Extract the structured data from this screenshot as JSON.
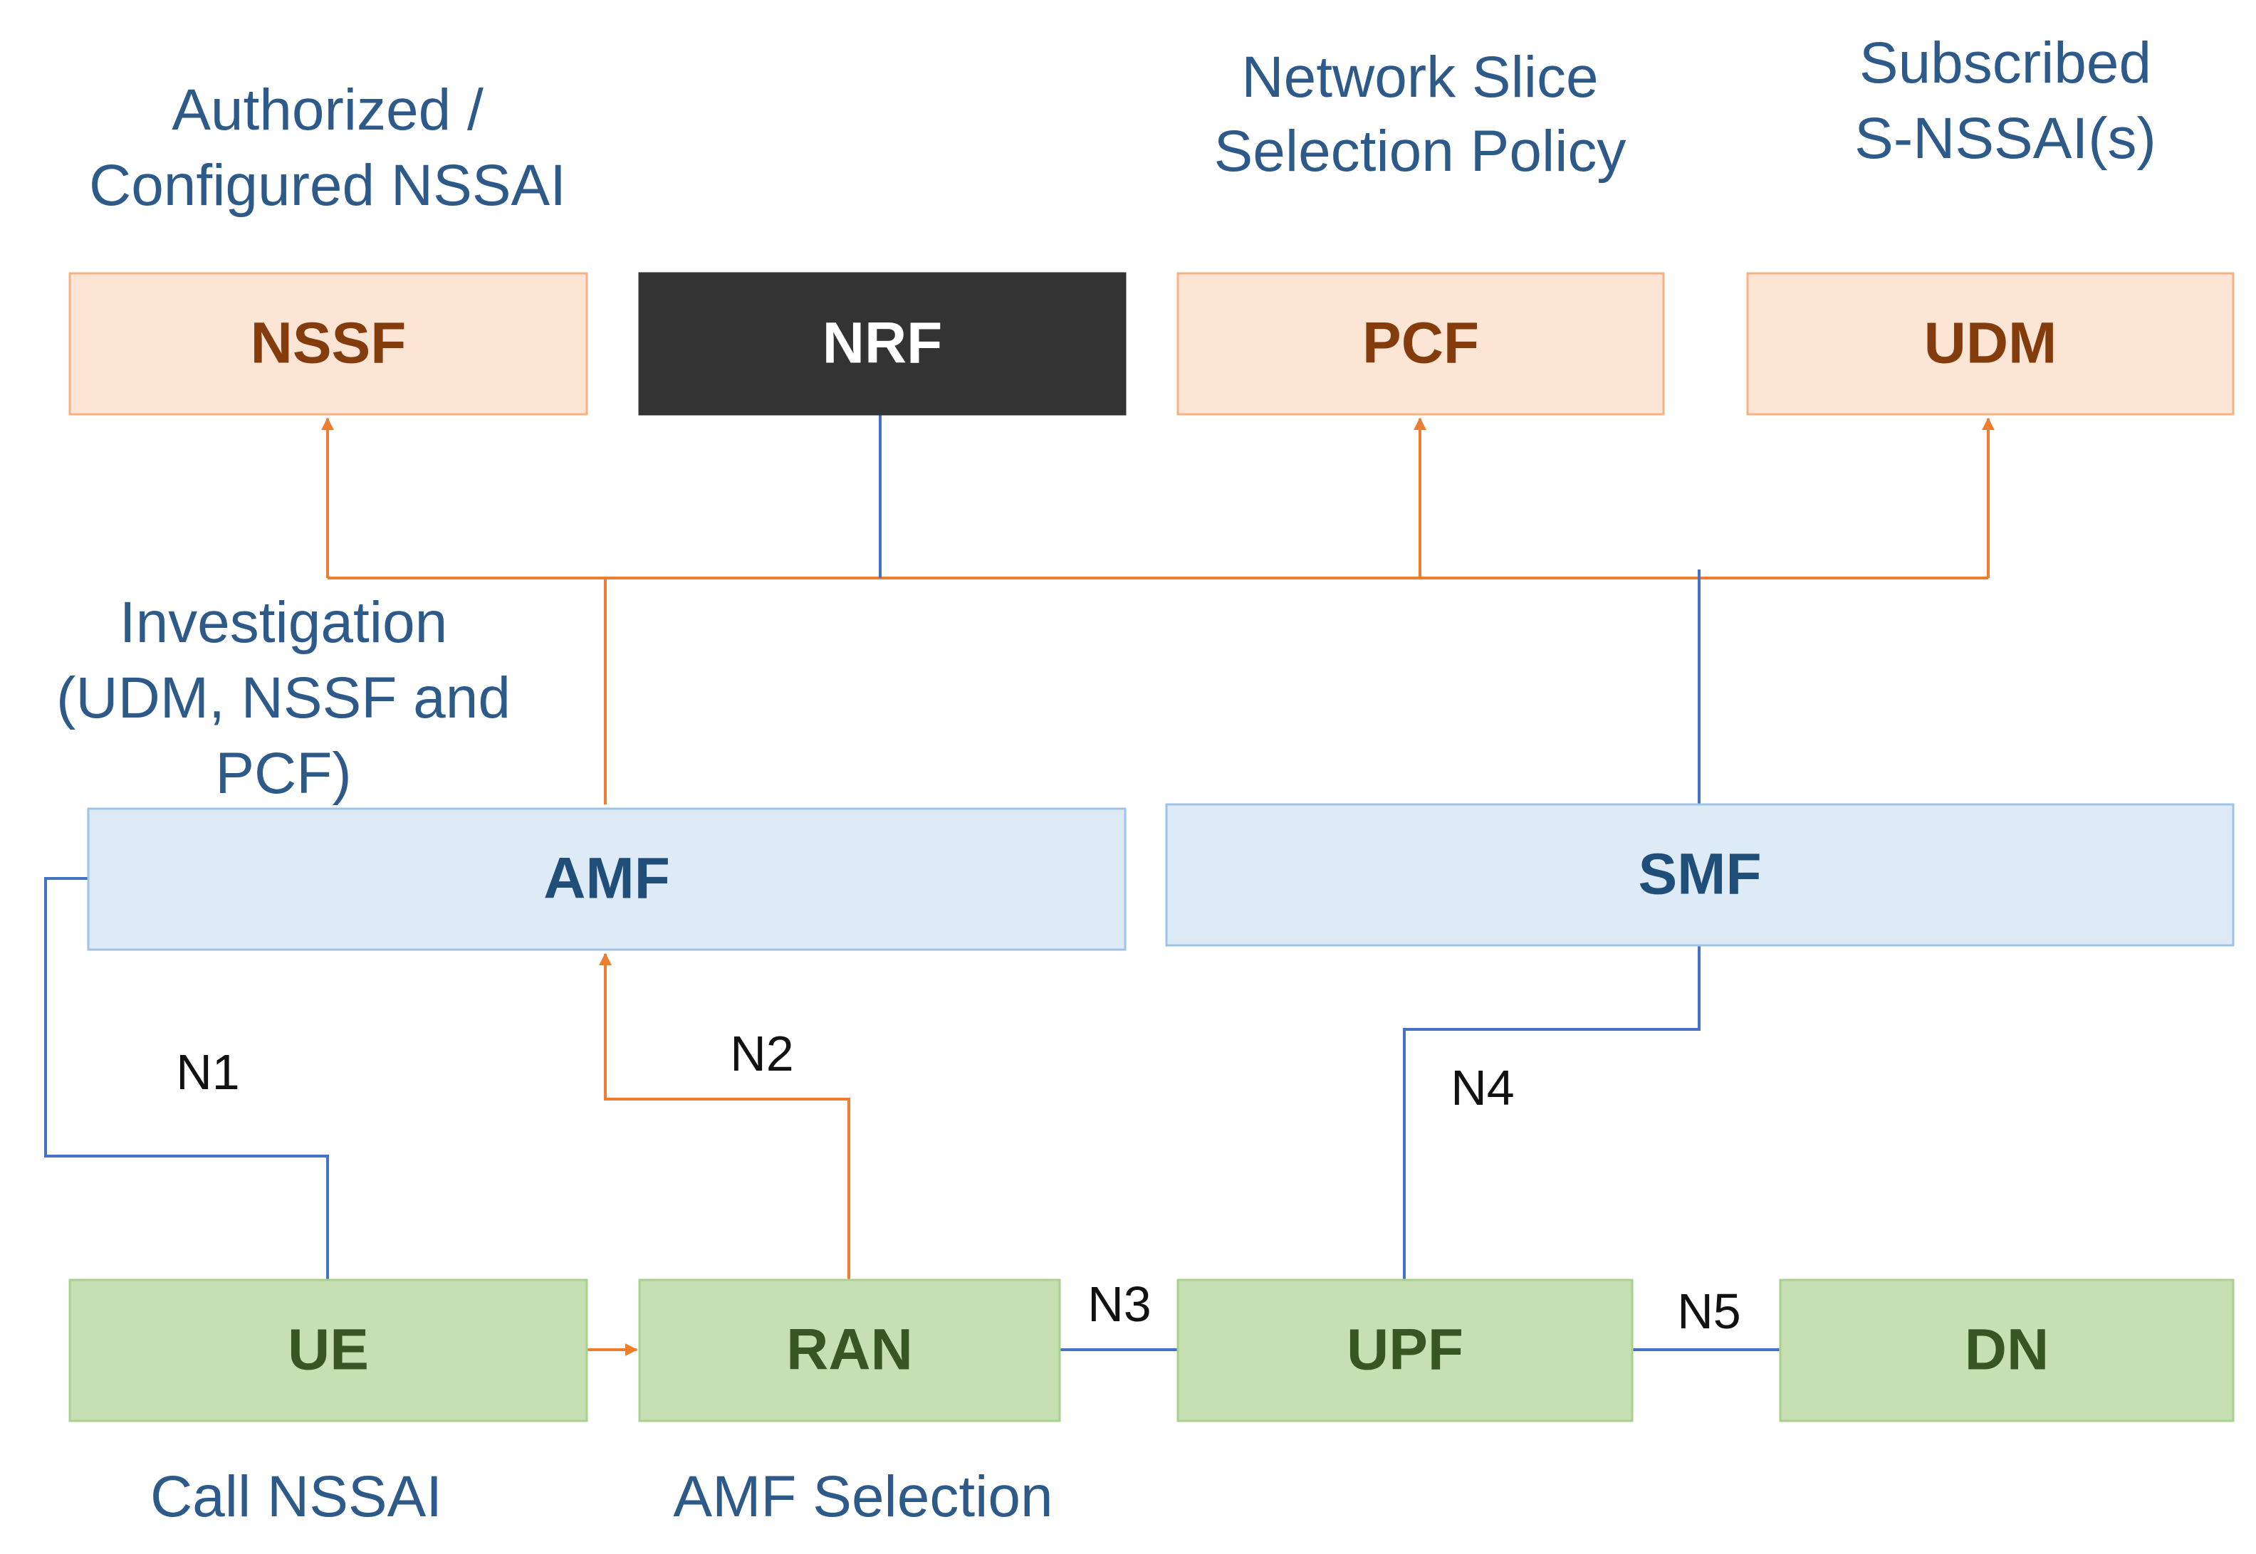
{
  "diagram": {
    "colors": {
      "orange_fill": "#FCE5D5",
      "orange_stroke": "#F4B183",
      "orange_text": "#843C0C",
      "dark_fill": "#333333",
      "dark_text": "#FFFFFF",
      "blue_fill": "#DEEAF6",
      "blue_stroke": "#9DC3E6",
      "blue_text": "#1F4E79",
      "green_fill": "#C6E0B4",
      "green_stroke": "#A9D18E",
      "green_text": "#375623",
      "orange_line": "#ED7D31",
      "blue_line": "#4472C4",
      "annotation_text": "#2E5A8A"
    },
    "nodes": {
      "nssf": "NSSF",
      "nrf": "NRF",
      "pcf": "PCF",
      "udm": "UDM",
      "amf": "AMF",
      "smf": "SMF",
      "ue": "UE",
      "ran": "RAN",
      "upf": "UPF",
      "dn": "DN"
    },
    "annotations": {
      "nssf_line1": "Authorized /",
      "nssf_line2": "Configured NSSAI",
      "pcf_line1": "Network Slice",
      "pcf_line2": "Selection Policy",
      "udm_line1": "Subscribed",
      "udm_line2": "S-NSSAI(s)",
      "amf_line1": "Investigation",
      "amf_line2": "(UDM, NSSF and",
      "amf_line3": "PCF)",
      "ue_note": "Call NSSAI",
      "ran_note": "AMF Selection"
    },
    "interfaces": {
      "n1": "N1",
      "n2": "N2",
      "n3": "N3",
      "n4": "N4",
      "n5": "N5"
    }
  }
}
